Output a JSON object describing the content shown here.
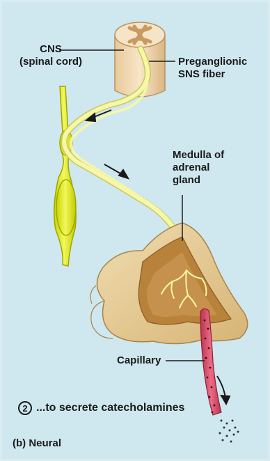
{
  "labels": {
    "cns_line1": "CNS",
    "cns_line2": "(spinal cord)",
    "preganglionic_line1": "Preganglionic",
    "preganglionic_line2": "SNS fiber",
    "medulla_line1": "Medulla of",
    "medulla_line2": "adrenal",
    "medulla_line3": "gland",
    "capillary": "Capillary"
  },
  "step": {
    "number": "2",
    "text": "...to secrete catecholamines"
  },
  "panel": {
    "letter": "(b)",
    "title": "Neural"
  },
  "colors": {
    "background": "#cfe7ef",
    "spinal_cord": "#f3dcb8",
    "nerve_fiber": "#f5f7a0",
    "sns_chain": "#e6ef1a",
    "adrenal_cortex": "#ead19c",
    "adrenal_medulla": "#b8823a",
    "capillary": "#d84a66"
  }
}
